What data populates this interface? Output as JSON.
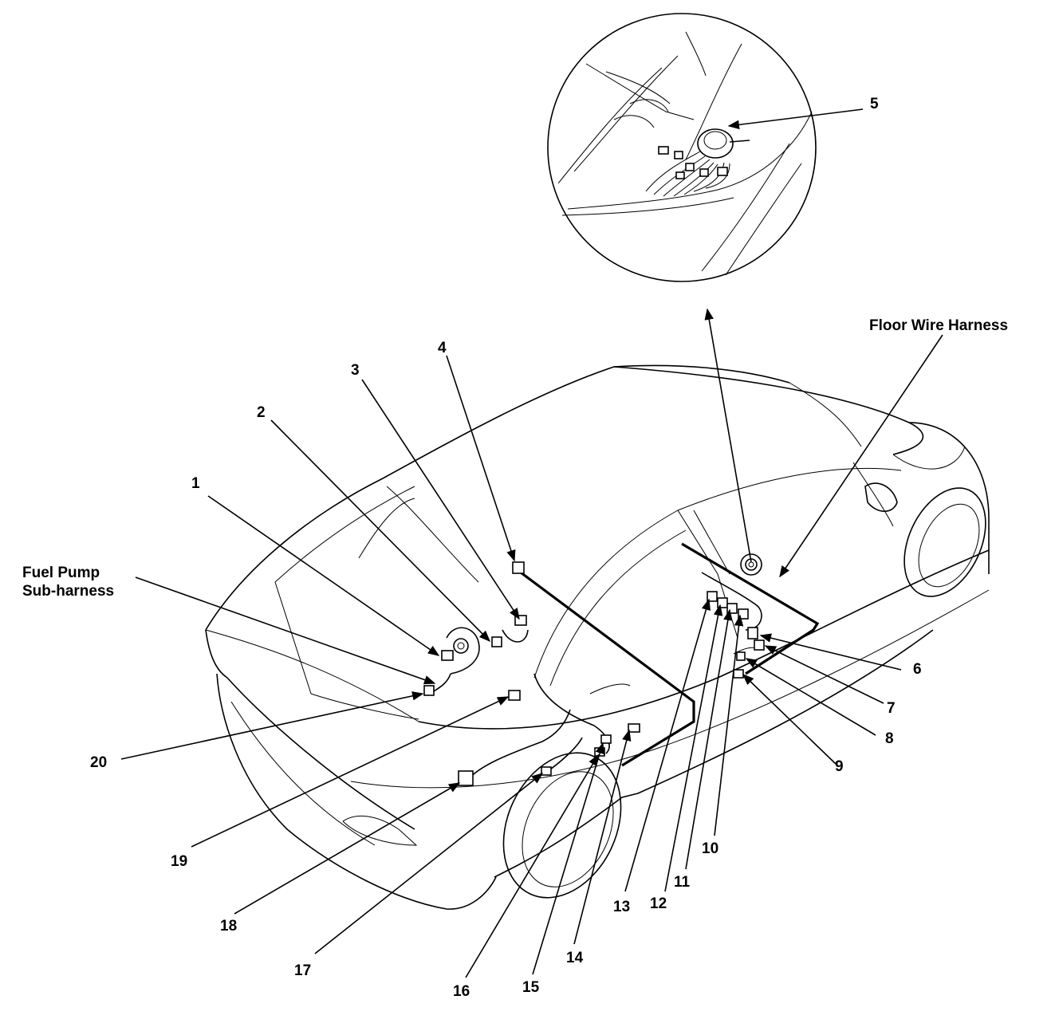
{
  "labels": {
    "floor_harness": "Floor Wire Harness",
    "fuel_pump_line1": "Fuel Pump",
    "fuel_pump_line2": "Sub-harness"
  },
  "callouts": [
    {
      "id": "1",
      "text": "1"
    },
    {
      "id": "2",
      "text": "2"
    },
    {
      "id": "3",
      "text": "3"
    },
    {
      "id": "4",
      "text": "4"
    },
    {
      "id": "5",
      "text": "5"
    },
    {
      "id": "6",
      "text": "6"
    },
    {
      "id": "7",
      "text": "7"
    },
    {
      "id": "8",
      "text": "8"
    },
    {
      "id": "9",
      "text": "9"
    },
    {
      "id": "10",
      "text": "10"
    },
    {
      "id": "11",
      "text": "11"
    },
    {
      "id": "12",
      "text": "12"
    },
    {
      "id": "13",
      "text": "13"
    },
    {
      "id": "14",
      "text": "14"
    },
    {
      "id": "15",
      "text": "15"
    },
    {
      "id": "16",
      "text": "16"
    },
    {
      "id": "17",
      "text": "17"
    },
    {
      "id": "18",
      "text": "18"
    },
    {
      "id": "19",
      "text": "19"
    },
    {
      "id": "20",
      "text": "20"
    }
  ],
  "colors": {
    "ink": "#000000",
    "paper": "#ffffff"
  }
}
